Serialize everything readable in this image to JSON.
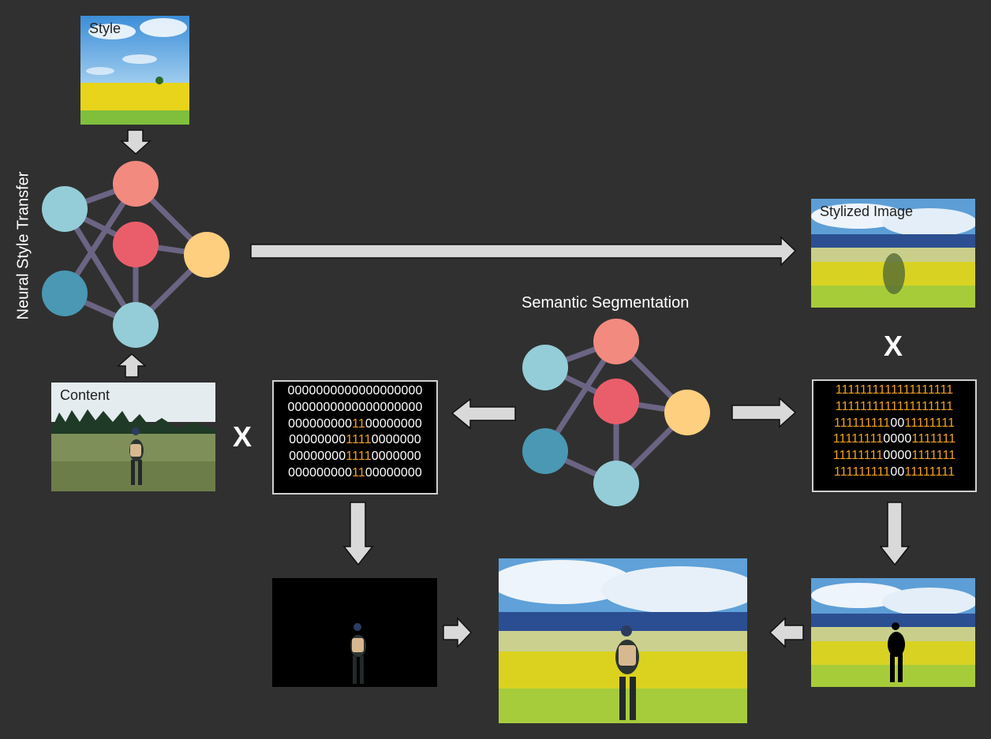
{
  "labels": {
    "style_caption": "Style",
    "content_caption": "Content",
    "stylized_caption": "Stylized Image",
    "neural_style_transfer": "Neural Style Transfer",
    "semantic_segmentation": "Semantic Segmentation",
    "multiply_left": "X",
    "multiply_right": "X"
  },
  "mask_matrix": [
    [
      {
        "t": "0000000000000000000",
        "c": "w"
      }
    ],
    [
      {
        "t": "0000000000000000000",
        "c": "w"
      }
    ],
    [
      {
        "t": "000000000",
        "c": "w"
      },
      {
        "t": "11",
        "c": "o"
      },
      {
        "t": "00000000",
        "c": "w"
      }
    ],
    [
      {
        "t": "00000000",
        "c": "w"
      },
      {
        "t": "1111",
        "c": "o"
      },
      {
        "t": "0000000",
        "c": "w"
      }
    ],
    [
      {
        "t": "00000000",
        "c": "w"
      },
      {
        "t": "1111",
        "c": "o"
      },
      {
        "t": "0000000",
        "c": "w"
      }
    ],
    [
      {
        "t": "000000000",
        "c": "w"
      },
      {
        "t": "11",
        "c": "o"
      },
      {
        "t": "00000000",
        "c": "w"
      }
    ]
  ],
  "inverse_matrix": [
    [
      {
        "t": "1111111111111111111",
        "c": "o"
      }
    ],
    [
      {
        "t": "1111111111111111111",
        "c": "o"
      }
    ],
    [
      {
        "t": "111111111",
        "c": "o"
      },
      {
        "t": "00",
        "c": "w"
      },
      {
        "t": "11111111",
        "c": "o"
      }
    ],
    [
      {
        "t": "11111111",
        "c": "o"
      },
      {
        "t": "0000",
        "c": "w"
      },
      {
        "t": "1111111",
        "c": "o"
      }
    ],
    [
      {
        "t": "11111111",
        "c": "o"
      },
      {
        "t": "0000",
        "c": "w"
      },
      {
        "t": "1111111",
        "c": "o"
      }
    ],
    [
      {
        "t": "111111111",
        "c": "o"
      },
      {
        "t": "00",
        "c": "w"
      },
      {
        "t": "11111111",
        "c": "o"
      }
    ]
  ],
  "colors": {
    "background": "#303030",
    "node_salmon": "#f28a80",
    "node_red": "#ea5e6c",
    "node_lightblue": "#94cdd8",
    "node_darkblue": "#4a98b4",
    "node_yellow": "#fdcf7e",
    "edge": "#6b6483",
    "arrow_fill": "#d9d9d9",
    "matrix_orange": "#f0a020"
  }
}
